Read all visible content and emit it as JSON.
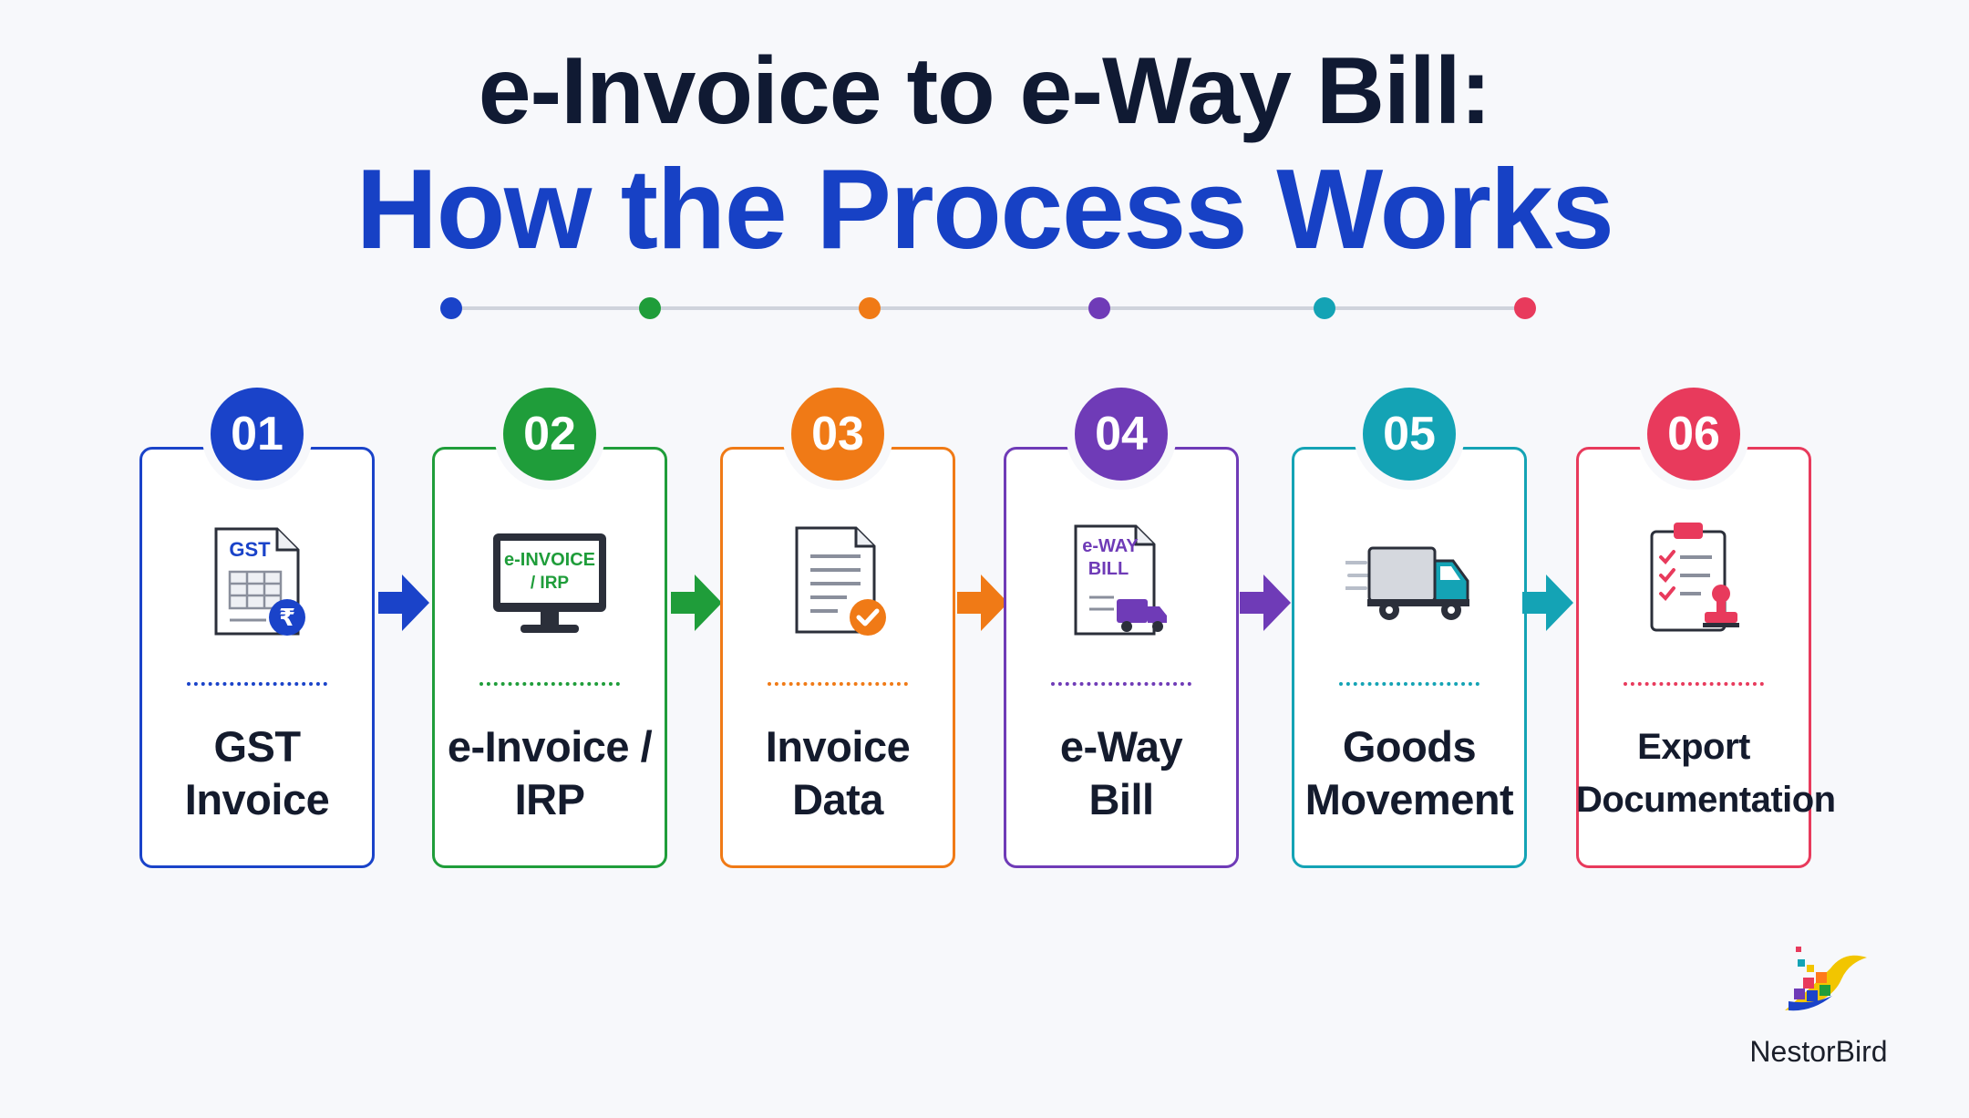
{
  "title": {
    "line1": "e-Invoice to e-Way Bill:",
    "line2": "How the Process Works"
  },
  "colors": {
    "title_dark": "#101a33",
    "title_blue": "#1741c5",
    "timeline_line": "#cfd3dc"
  },
  "timeline_colors": [
    "#1a43c9",
    "#1f9d3a",
    "#f07a16",
    "#6f3bb7",
    "#14a3b5",
    "#e83a5c"
  ],
  "steps": [
    {
      "number": "01",
      "label_line1": "GST",
      "label_line2": "Invoice",
      "color": "#1a43c9",
      "icon": "gst-invoice-icon",
      "icon_text1": "GST",
      "icon_text2": "₹"
    },
    {
      "number": "02",
      "label_line1": "e-Invoice /",
      "label_line2": "IRP",
      "color": "#1f9d3a",
      "icon": "monitor-irp-icon",
      "icon_text1": "e-INVOICE",
      "icon_text2": "/ IRP"
    },
    {
      "number": "03",
      "label_line1": "Invoice",
      "label_line2": "Data",
      "color": "#f07a16",
      "icon": "document-check-icon"
    },
    {
      "number": "04",
      "label_line1": "e-Way",
      "label_line2": "Bill",
      "color": "#6f3bb7",
      "icon": "eway-bill-icon",
      "icon_text1": "e-WAY",
      "icon_text2": "BILL"
    },
    {
      "number": "05",
      "label_line1": "Goods",
      "label_line2": "Movement",
      "color": "#14a3b5",
      "icon": "truck-icon"
    },
    {
      "number": "06",
      "label_line1": "Export",
      "label_line2": "Documentation",
      "color": "#e83a5c",
      "icon": "clipboard-stamp-icon"
    }
  ],
  "brand": {
    "name": "NestorBird"
  }
}
